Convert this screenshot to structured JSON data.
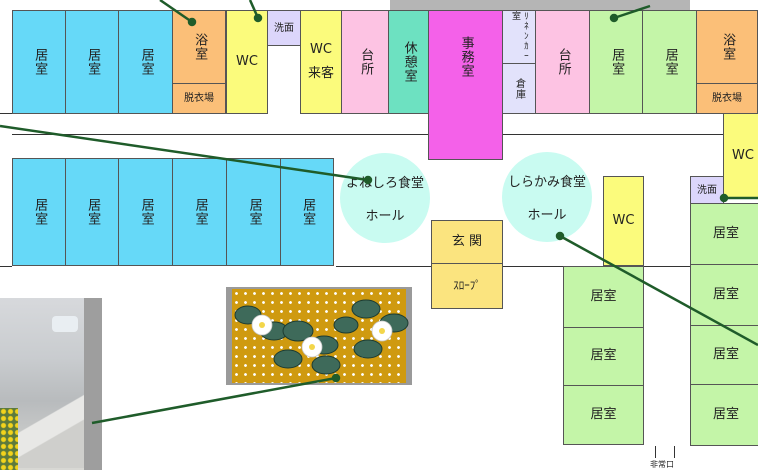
{
  "rooms": {
    "room_top": "居室",
    "bath": "浴室",
    "dressing": "脱衣場",
    "wc": "WC",
    "sink": "洗面",
    "wc_guest_1": "WC",
    "wc_guest_2": "来客",
    "kitchen": "台所",
    "rest": "休憩室",
    "office": "事務室",
    "linen": "ﾘﾈﾝｶｰ室",
    "storage": "倉庫",
    "entrance": "玄 関",
    "slope": "ｽﾛｰﾌﾟ",
    "emergency_exit": "非常口"
  },
  "halls": {
    "yoneshiro": {
      "name": "よねしろ食堂",
      "sub": "ホール"
    },
    "shirakami": {
      "name": "しらかみ食堂",
      "sub": "ホール"
    }
  },
  "colors": {
    "blue_rooms": "#66d9f8",
    "green_rooms": "#c4f5a8",
    "bath": "#fbbf78",
    "wc": "#fbfb7c",
    "kitchen": "#fdc3e3",
    "rest": "#6de1c1",
    "office": "#f461e9",
    "hall": "#c9fbf1",
    "pointer_lines": "#1f5c2a"
  }
}
